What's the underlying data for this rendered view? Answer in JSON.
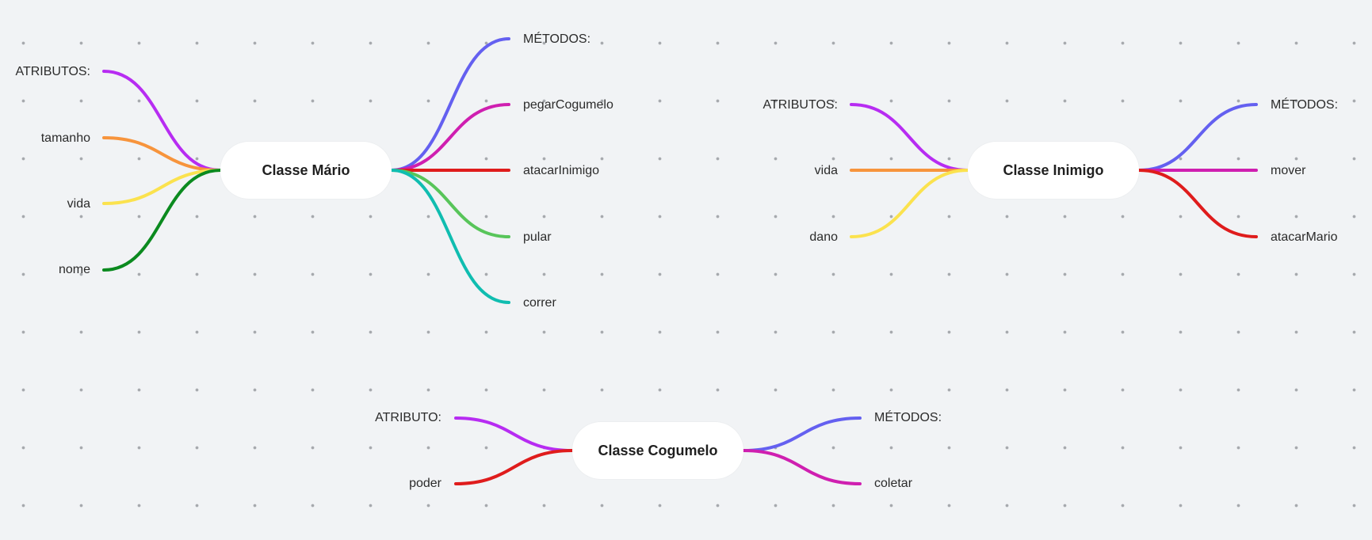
{
  "mindmaps": [
    {
      "root": "Classe Mário",
      "left": [
        {
          "label": "ATRIBUTOS:",
          "color": "#b72cf2"
        },
        {
          "label": "tamanho",
          "color": "#f7943c"
        },
        {
          "label": "vida",
          "color": "#fbe24e"
        },
        {
          "label": "nome",
          "color": "#0b8a1f"
        }
      ],
      "right": [
        {
          "label": "MÉTODOS:",
          "color": "#6460f0"
        },
        {
          "label": "pegarCogumelo",
          "color": "#cf1fb0"
        },
        {
          "label": "atacarInimigo",
          "color": "#df1c1c"
        },
        {
          "label": "pular",
          "color": "#58c55a"
        },
        {
          "label": "correr",
          "color": "#10bdb0"
        }
      ]
    },
    {
      "root": "Classe Inimigo",
      "left": [
        {
          "label": "ATRIBUTOS:",
          "color": "#b72cf2"
        },
        {
          "label": "vida",
          "color": "#f7943c"
        },
        {
          "label": "dano",
          "color": "#fbe24e"
        }
      ],
      "right": [
        {
          "label": "MÉTODOS:",
          "color": "#6460f0"
        },
        {
          "label": "mover",
          "color": "#cf1fb0"
        },
        {
          "label": "atacarMario",
          "color": "#df1c1c"
        }
      ]
    },
    {
      "root": "Classe Cogumelo",
      "left": [
        {
          "label": "ATRIBUTO:",
          "color": "#b72cf2"
        },
        {
          "label": "poder",
          "color": "#df1c1c"
        }
      ],
      "right": [
        {
          "label": "MÉTODOS:",
          "color": "#6460f0"
        },
        {
          "label": "coletar",
          "color": "#cf1fb0"
        }
      ]
    }
  ]
}
